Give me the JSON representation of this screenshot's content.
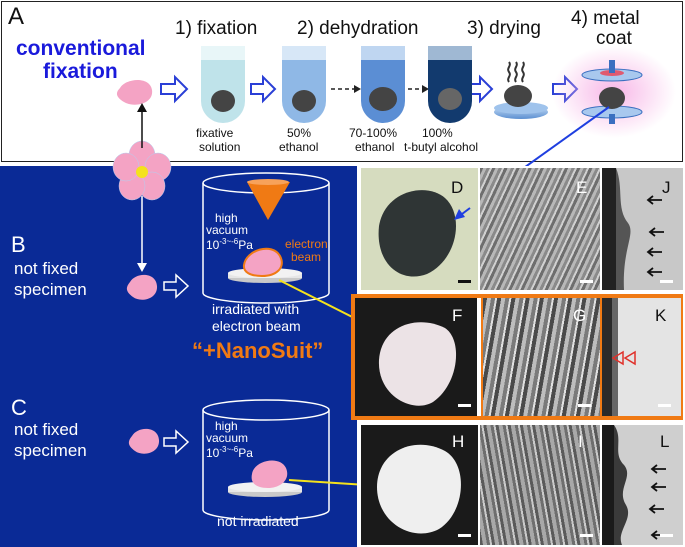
{
  "panel_a": {
    "letter": "A",
    "title_line1": "conventional",
    "title_line2": "fixation",
    "steps": [
      "1) fixation",
      "2) dehydration",
      "3) drying",
      "4) metal",
      "coat"
    ],
    "tube_labels": [
      [
        "fixative",
        "solution"
      ],
      [
        "50%",
        "ethanol"
      ],
      [
        "70-100%",
        "ethanol"
      ],
      [
        "100%",
        "t-butyl alcohol"
      ]
    ]
  },
  "panel_b": {
    "letter": "B",
    "label_line1": "not fixed",
    "label_line2": "specimen",
    "chamber_line1": "high",
    "chamber_line2": "vacuum",
    "chamber_line3": "10",
    "chamber_exp": "-3~-6",
    "chamber_unit": "Pa",
    "beam_line1": "electron",
    "beam_line2": "beam",
    "caption_line1": "irradiated with",
    "caption_line2": "electron beam",
    "nanosuit": "“+NanoSuit”"
  },
  "panel_c": {
    "letter": "C",
    "label_line1": "not fixed",
    "label_line2": "specimen",
    "chamber_line1": "high",
    "chamber_line2": "vacuum",
    "chamber_line3": "10",
    "chamber_exp": "-3~-6",
    "chamber_unit": "Pa",
    "caption": "not irradiated"
  },
  "image_panels": [
    "D",
    "E",
    "J",
    "F",
    "G",
    "K",
    "H",
    "I",
    "L"
  ],
  "colors": {
    "blue_bg": "#0a2a96",
    "title_blue": "#1a1adb",
    "nanosuit_orange": "#f07a14",
    "arrow_yellow": "#f4e21c",
    "arrow_blue": "#1f3fe0",
    "petal_pink": "#f4a3c4"
  }
}
